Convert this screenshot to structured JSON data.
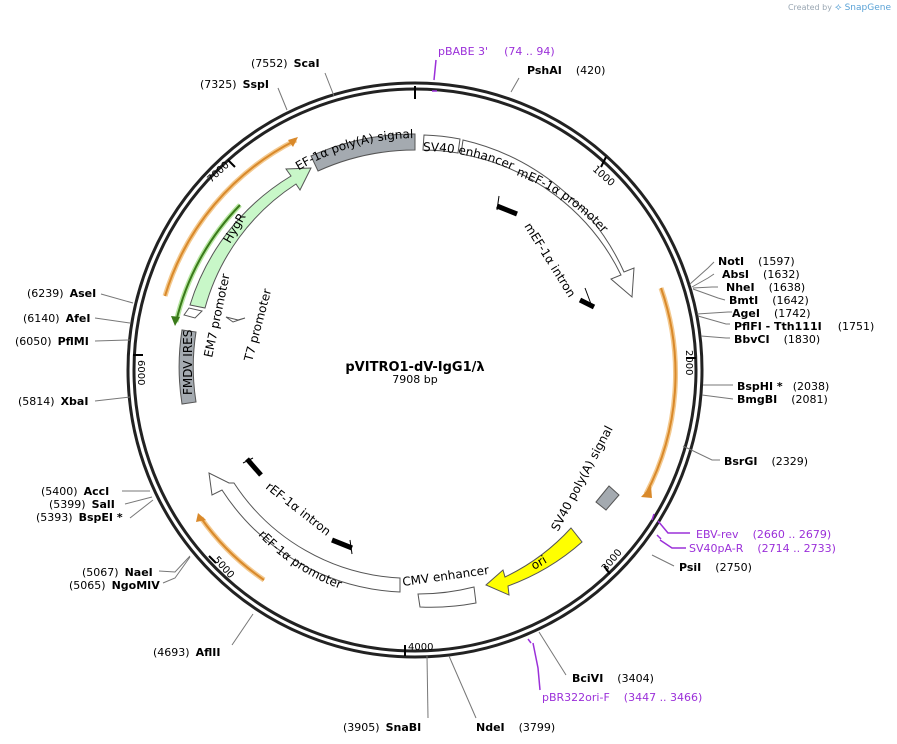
{
  "credit": {
    "created_by": "Created by",
    "brand": "SnapGene"
  },
  "plasmid": {
    "name": "pVITRO1-dV-IgG1/λ",
    "length_label": "7908 bp",
    "total_bp": 7908
  },
  "ticks": [
    "1000",
    "2000",
    "3000",
    "4000",
    "5000",
    "6000",
    "7000"
  ],
  "sites": [
    {
      "name": "ScaI",
      "pos": "(7552)",
      "bp": 7552
    },
    {
      "name": "SspI",
      "pos": "(7325)",
      "bp": 7325
    },
    {
      "name": "PshAI",
      "pos": "(420)",
      "bp": 420
    },
    {
      "name": "NotI",
      "pos": "(1597)",
      "bp": 1597
    },
    {
      "name": "AbsI",
      "pos": "(1632)",
      "bp": 1632
    },
    {
      "name": "NheI",
      "pos": "(1638)",
      "bp": 1638
    },
    {
      "name": "BmtI",
      "pos": "(1642)",
      "bp": 1642
    },
    {
      "name": "AgeI",
      "pos": "(1742)",
      "bp": 1742
    },
    {
      "name": "PflFI - Tth111I",
      "pos": "(1751)",
      "bp": 1751
    },
    {
      "name": "BbvCI",
      "pos": "(1830)",
      "bp": 1830
    },
    {
      "name": "BspHI *",
      "pos": "(2038)",
      "bp": 2038
    },
    {
      "name": "BmgBI",
      "pos": "(2081)",
      "bp": 2081
    },
    {
      "name": "BsrGI",
      "pos": "(2329)",
      "bp": 2329
    },
    {
      "name": "PsiI",
      "pos": "(2750)",
      "bp": 2750
    },
    {
      "name": "BciVI",
      "pos": "(3404)",
      "bp": 3404
    },
    {
      "name": "NdeI",
      "pos": "(3799)",
      "bp": 3799
    },
    {
      "name": "SnaBI",
      "pos": "(3905)",
      "bp": 3905
    },
    {
      "name": "AflII",
      "pos": "(4693)",
      "bp": 4693
    },
    {
      "name": "NaeI",
      "pos": "(5067)",
      "bp": 5067
    },
    {
      "name": "NgoMIV",
      "pos": "(5065)",
      "bp": 5065
    },
    {
      "name": "AccI",
      "pos": "(5400)",
      "bp": 5400
    },
    {
      "name": "SalI",
      "pos": "(5399)",
      "bp": 5399
    },
    {
      "name": "BspEI *",
      "pos": "(5393)",
      "bp": 5393
    },
    {
      "name": "XbaI",
      "pos": "(5814)",
      "bp": 5814
    },
    {
      "name": "PflMI",
      "pos": "(6050)",
      "bp": 6050
    },
    {
      "name": "AfeI",
      "pos": "(6140)",
      "bp": 6140
    },
    {
      "name": "AseI",
      "pos": "(6239)",
      "bp": 6239
    }
  ],
  "primers": [
    {
      "name": "pBABE 3'",
      "range": "(74 .. 94)"
    },
    {
      "name": "EBV-rev",
      "range": "(2660 .. 2679)"
    },
    {
      "name": "SV40pA-R",
      "range": "(2714 .. 2733)"
    },
    {
      "name": "pBR322ori-F",
      "range": "(3447 .. 3466)"
    }
  ],
  "features": [
    {
      "label": "EF-1α poly(A) signal"
    },
    {
      "label": "SV40 enhancer"
    },
    {
      "label": "mEF-1α promoter"
    },
    {
      "label": "mEF-1α intron"
    },
    {
      "label": "SV40 poly(A) signal"
    },
    {
      "label": "ori"
    },
    {
      "label": "CMV enhancer"
    },
    {
      "label": "rEF-1α promoter"
    },
    {
      "label": "rEF-1α intron"
    },
    {
      "label": "FMDV IRES"
    },
    {
      "label": "EM7 promoter"
    },
    {
      "label": "T7 promoter"
    },
    {
      "label": "HygR"
    }
  ],
  "colors": {
    "backbone": "#222222",
    "grey_feature": "#a4aab0",
    "white_feature": "#ffffff",
    "hygr": "#c8f7c8",
    "ori": "#ffff00",
    "orf_orange": "#d9892a",
    "orf_green": "#3a7a1a",
    "primer": "#9b30d9"
  }
}
